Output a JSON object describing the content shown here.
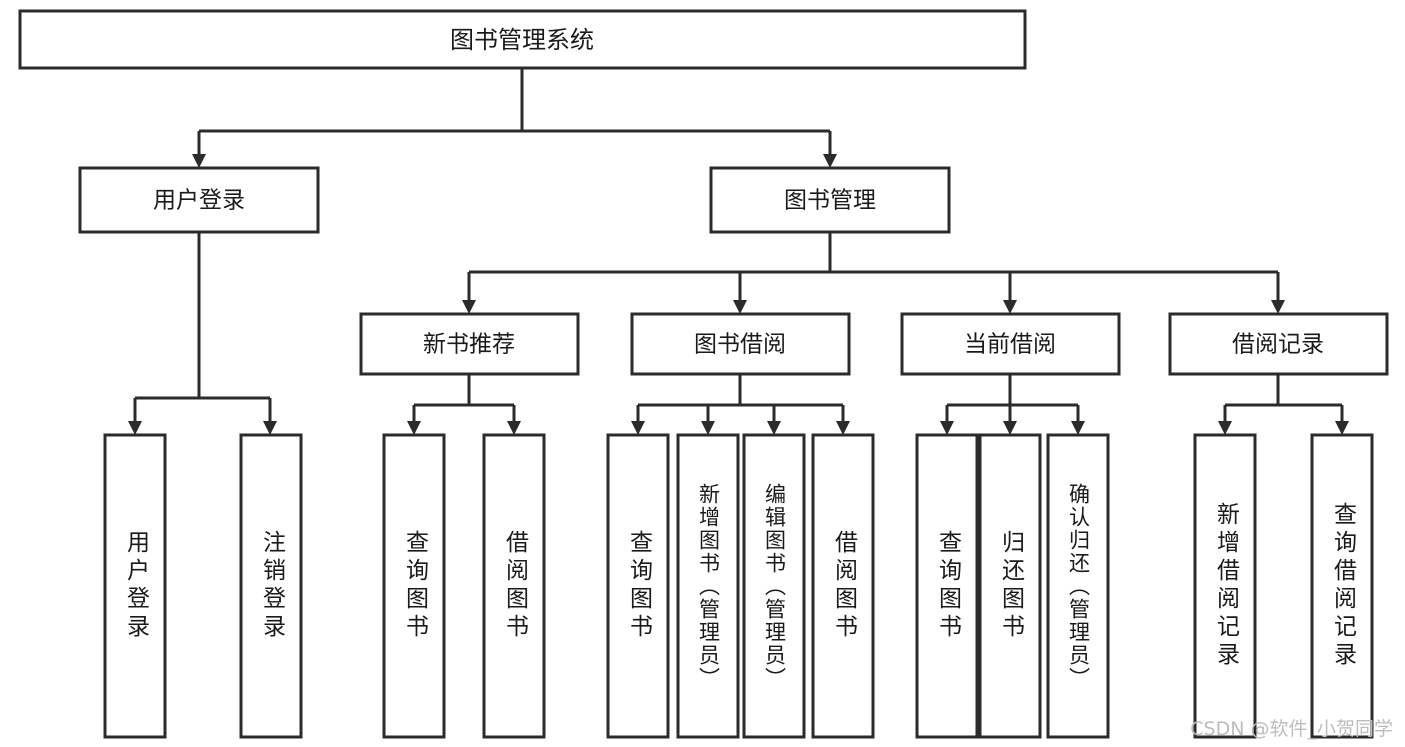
{
  "diagram": {
    "type": "tree-hierarchy-flowchart",
    "title": "图书管理系统",
    "orientation": "top-down",
    "colors": {
      "box_stroke": "#2b2b2b",
      "box_fill": "#ffffff",
      "connector": "#2b2b2b",
      "text": "#1a1a1a",
      "background": "#ffffff",
      "watermark": "#bdbdbd"
    },
    "levels": {
      "root": {
        "label": "图书管理系统"
      },
      "level2": [
        {
          "id": "user-login",
          "label": "用户登录"
        },
        {
          "id": "book-management",
          "label": "图书管理"
        }
      ],
      "level3": [
        {
          "id": "new-book-recommend",
          "label": "新书推荐",
          "parent": "book-management"
        },
        {
          "id": "book-borrow",
          "label": "图书借阅",
          "parent": "book-management"
        },
        {
          "id": "current-borrow",
          "label": "当前借阅",
          "parent": "book-management"
        },
        {
          "id": "borrow-record",
          "label": "借阅记录",
          "parent": "book-management"
        }
      ],
      "leaves": [
        {
          "id": "leaf-user-login",
          "label": "用户登录",
          "parent": "user-login"
        },
        {
          "id": "leaf-user-logout",
          "label": "注销登录",
          "parent": "user-login"
        },
        {
          "id": "leaf-query-book-1",
          "label": "查询图书",
          "parent": "new-book-recommend"
        },
        {
          "id": "leaf-borrow-book-1",
          "label": "借阅图书",
          "parent": "new-book-recommend"
        },
        {
          "id": "leaf-query-book-2",
          "label": "查询图书",
          "parent": "book-borrow"
        },
        {
          "id": "leaf-add-book",
          "label": "新增图书（管理员）",
          "parent": "book-borrow"
        },
        {
          "id": "leaf-edit-book",
          "label": "编辑图书（管理员）",
          "parent": "book-borrow"
        },
        {
          "id": "leaf-borrow-book-2",
          "label": "借阅图书",
          "parent": "book-borrow"
        },
        {
          "id": "leaf-query-book-3",
          "label": "查询图书",
          "parent": "current-borrow"
        },
        {
          "id": "leaf-return-book",
          "label": "归还图书",
          "parent": "current-borrow"
        },
        {
          "id": "leaf-confirm-return",
          "label": "确认归还（管理员）",
          "parent": "current-borrow"
        },
        {
          "id": "leaf-add-record",
          "label": "新增借阅记录",
          "parent": "borrow-record"
        },
        {
          "id": "leaf-query-record",
          "label": "查询借阅记录",
          "parent": "borrow-record"
        }
      ]
    }
  },
  "watermark": {
    "text": "CSDN @软件_小贺同学"
  }
}
